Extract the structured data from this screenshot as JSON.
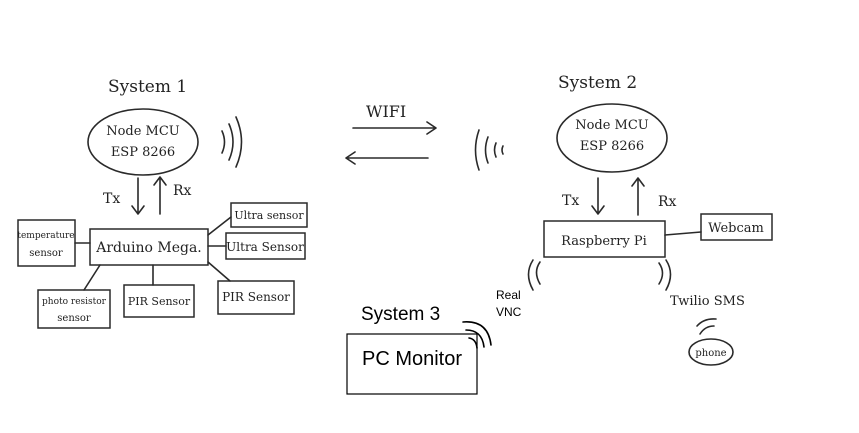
{
  "system1": {
    "title": "System 1",
    "mcu_line1": "Node MCU",
    "mcu_line2": "ESP 8266",
    "tx": "Tx",
    "rx": "Rx",
    "arduino": "Arduino Mega.",
    "temp_line1": "temperature",
    "temp_line2": "sensor",
    "photo_line1": "photo resistor",
    "photo_line2": "sensor",
    "pir1": "PIR Sensor",
    "pir2": "PIR Sensor",
    "ultra1": "Ultra sensor",
    "ultra2": "Ultra Sensor"
  },
  "link": {
    "wifi": "WIFI"
  },
  "system2": {
    "title": "System 2",
    "mcu_line1": "Node MCU",
    "mcu_line2": "ESP 8266",
    "tx": "Tx",
    "rx": "Rx",
    "raspberry": "Raspberry Pi",
    "webcam": "Webcam",
    "twilio": "Twilio SMS",
    "phone": "phone"
  },
  "system3": {
    "title": "System 3",
    "monitor": "PC Monitor",
    "vnc_line1": "Real",
    "vnc_line2": "VNC"
  }
}
